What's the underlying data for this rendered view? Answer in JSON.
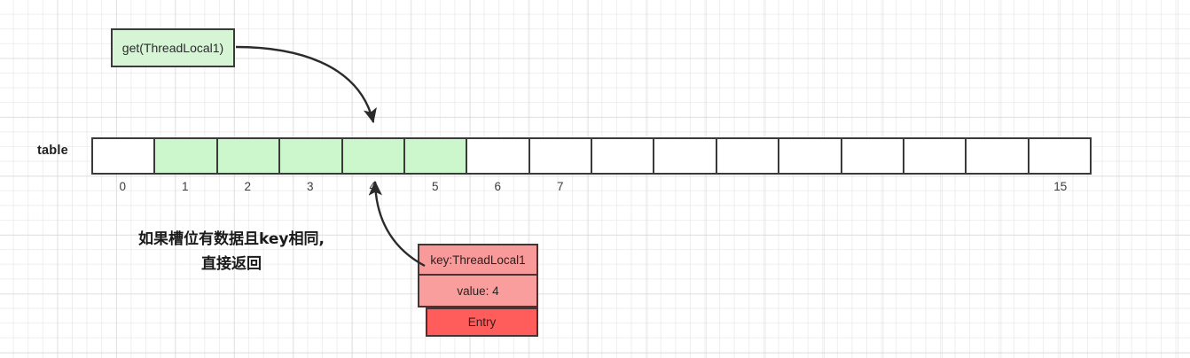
{
  "diagram": {
    "call_box": {
      "label": "get(ThreadLocal1)"
    },
    "table": {
      "label": "table",
      "cell_count": 16,
      "highlighted_indices": [
        1,
        2,
        3,
        4,
        5
      ],
      "indices": [
        {
          "label": "0",
          "show": true
        },
        {
          "label": "1",
          "show": true
        },
        {
          "label": "2",
          "show": true
        },
        {
          "label": "3",
          "show": true
        },
        {
          "label": "4",
          "show": true
        },
        {
          "label": "5",
          "show": true
        },
        {
          "label": "6",
          "show": true
        },
        {
          "label": "7",
          "show": true
        },
        {
          "label": "",
          "show": false
        },
        {
          "label": "",
          "show": false
        },
        {
          "label": "",
          "show": false
        },
        {
          "label": "",
          "show": false
        },
        {
          "label": "",
          "show": false
        },
        {
          "label": "",
          "show": false
        },
        {
          "label": "",
          "show": false
        },
        {
          "label": "15",
          "show": true
        }
      ]
    },
    "note": {
      "line1": "如果槽位有数据且key相同,",
      "line2": "直接返回"
    },
    "entry": {
      "key_label": "key:ThreadLocal1",
      "value_label": "value: 4",
      "name_label": "Entry"
    },
    "colors": {
      "green_fill": "#ccf7cc",
      "green_box_fill": "#d5f5d5",
      "entry_light_red": "#f99a9a",
      "entry_bright_red": "#ff5c5c",
      "stroke": "#3a3a3a"
    }
  }
}
